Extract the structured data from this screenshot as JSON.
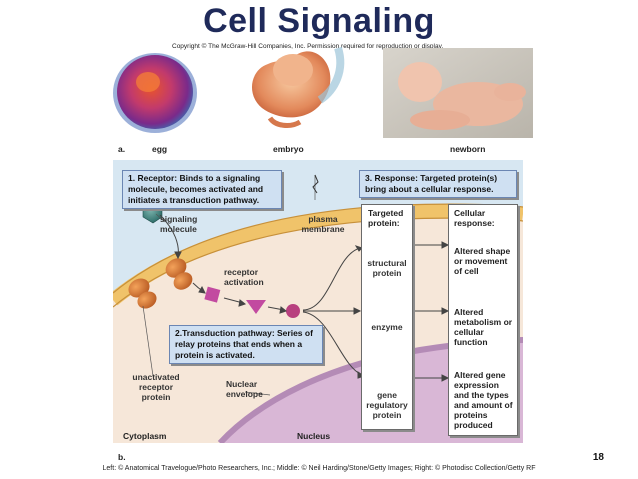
{
  "header": {
    "title": "Cell Signaling",
    "copyright": "Copyright © The McGraw-Hill Companies, Inc. Permission required for reproduction or display."
  },
  "panel_a": {
    "letter": "a.",
    "stages": [
      "egg",
      "embryo",
      "newborn"
    ]
  },
  "panel_b": {
    "letter": "b.",
    "boxes": {
      "receptor": "1. Receptor: Binds to a signaling molecule, becomes activated and initiates a transduction pathway.",
      "response": "3. Response: Targeted protein(s) bring about a cellular response.",
      "transduction": "2.Transduction pathway: Series of relay proteins that ends when a protein is activated."
    },
    "labels": {
      "signaling_molecule": "signaling molecule",
      "plasma_membrane": "plasma membrane",
      "receptor_activation": "receptor activation",
      "unactivated_receptor": "unactivated receptor protein",
      "nuclear_envelope": "Nuclear envelope",
      "cytoplasm": "Cytoplasm",
      "nucleus": "Nucleus"
    },
    "targeted": {
      "heading": "Targeted protein:",
      "items": [
        "structural protein",
        "enzyme",
        "gene regulatory protein"
      ]
    },
    "cellular": {
      "heading": "Cellular response:",
      "items": [
        "Altered shape or movement of cell",
        "Altered metabolism or cellular function",
        "Altered gene expression and the types and amount of proteins produced"
      ]
    }
  },
  "page_number": "18",
  "credits": "Left: © Anatomical Travelogue/Photo Researchers, Inc.; Middle: © Neil Harding/Stone/Getty Images; Right: © Photodisc Collection/Getty RF",
  "colors": {
    "title": "#1f2a5a",
    "box_fill": "#cfe0f2",
    "membrane": "#f0c36a",
    "cytoplasm": "#f6e7d9",
    "nucleus": "#d9b7d6"
  }
}
